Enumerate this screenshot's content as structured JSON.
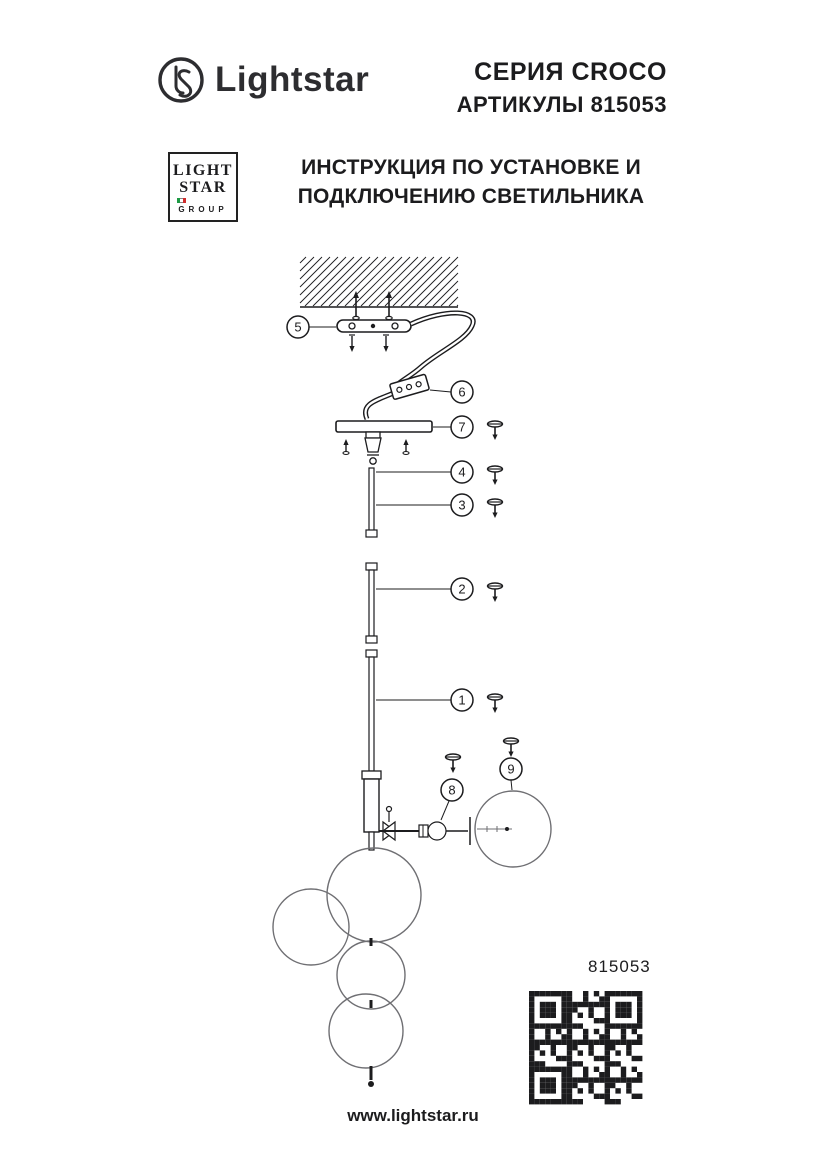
{
  "colors": {
    "ink": "#1c1c1e",
    "sphere": "#6f6f73",
    "flag_green": "#1d9a44",
    "flag_red": "#cf2b2b",
    "brand": "#2d2d30"
  },
  "header": {
    "brand": "Lightstar",
    "series": "СЕРИЯ CROCO",
    "articles": "АРТИКУЛЫ 815053"
  },
  "group_logo": {
    "light": "LIGHT",
    "star": "STAR",
    "group": "GROUP"
  },
  "title": {
    "line1": "ИНСТРУКЦИЯ ПО УСТАНОВКЕ И",
    "line2": "ПОДКЛЮЧЕНИЮ СВЕТИЛЬНИКА"
  },
  "diagram": {
    "callouts": {
      "c1": "1",
      "c2": "2",
      "c3": "3",
      "c4": "4",
      "c5": "5",
      "c6": "6",
      "c7": "7",
      "c8": "8",
      "c9": "9"
    },
    "article": "815053"
  },
  "footer": {
    "website": "www.lightstar.ru"
  }
}
